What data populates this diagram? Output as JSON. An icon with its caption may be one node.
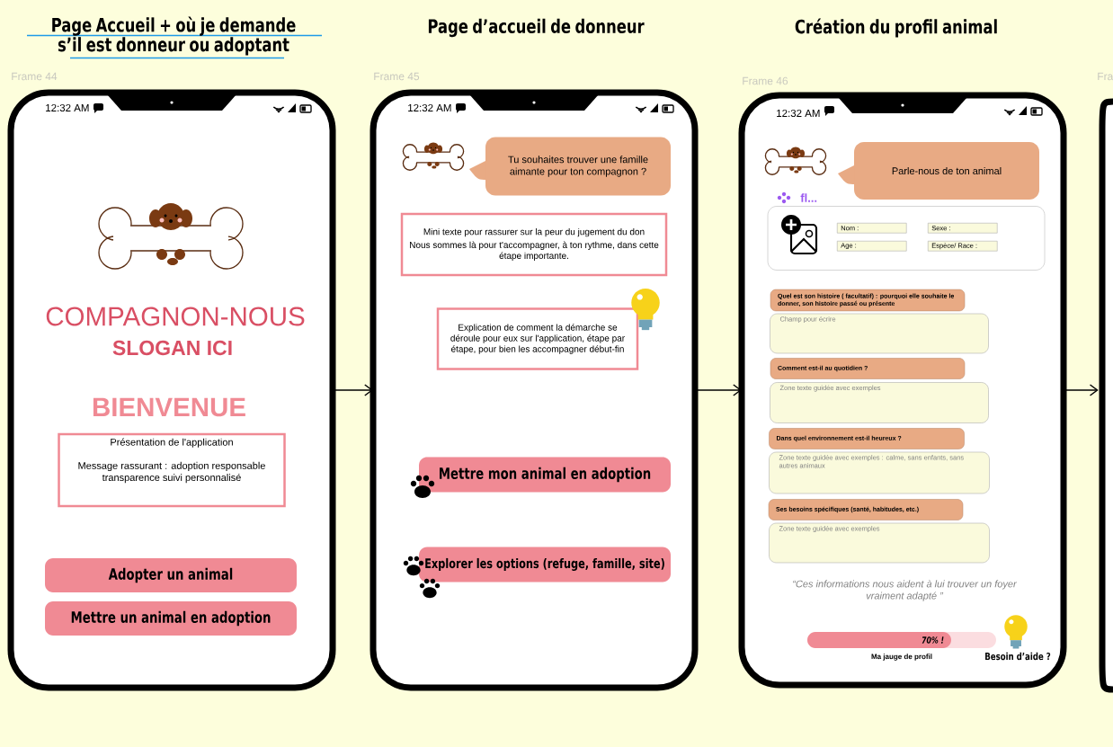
{
  "diagram": {
    "nodes": [
      {
        "text": [
          "Page Accueil + où je demande s’il est donneur ou adoptant"
        ],
        "beside": [
          "Frame 44"
        ]
      },
      {
        "text": [
          "Page d’accueil de donneur"
        ],
        "beside": [
          "Frame 45"
        ]
      },
      {
        "text": [
          "Création du profil animal"
        ],
        "beside": [
          "Frame 46"
        ]
      },
      {
        "text": [],
        "shape": "box",
        "beside": [
          "Fra"
        ]
      },
      {
        "text": [
          "Présentation de l'application",
          "Message rassurant : adoption responsable transparence suivi personnalisé"
        ],
        "in": 0
      },
      {
        "text": [
          "Adopter un animal"
        ],
        "in": 0
      },
      {
        "text": [
          "Mettre un animal en adoption"
        ],
        "in": 0
      },
      {
        "text": [
          "Tu souhaites trouver une famille aimante pour ton compagnon ?"
        ],
        "in": 1
      },
      {
        "text": [
          "Mini texte pour rassurer sur la peur du jugement du don",
          "Nous sommes là pour t'accompagner, à ton rythme, dans cette étape importante."
        ],
        "in": 1
      },
      {
        "text": [
          "Explication de comment la démarche se déroule pour eux sur l'application, étape par étape, pour bien les accompagner début-fin"
        ],
        "in": 1
      },
      {
        "text": [
          "Mettre mon animal en adoption"
        ],
        "in": 1
      },
      {
        "text": [
          "Explorer les options (refuge, famille, site)"
        ],
        "in": 1
      },
      {
        "text": [
          "Parle-nous de ton animal"
        ],
        "in": 2
      },
      {
        "text": [],
        "shape": "box",
        "in": 2
      },
      {
        "text": [
          "Nom :"
        ],
        "in": 13
      },
      {
        "text": [
          "Sexe :"
        ],
        "in": 13
      },
      {
        "text": [
          "Age :"
        ],
        "in": 13
      },
      {
        "text": [
          "Espèce/ Race :"
        ],
        "in": 13
      },
      {
        "text": [
          "Quel est son histoire ( facultatif) : pourquoi elle souhaite le donner, son histoire passé ou présente"
        ],
        "in": 2
      },
      {
        "text": [
          "Champ pour écrire"
        ],
        "in": 2
      },
      {
        "text": [
          "Comment est-il au quotidien ?"
        ],
        "in": 2
      },
      {
        "text": [
          "Zone texte guidée avec exemples"
        ],
        "in": 2
      },
      {
        "text": [
          "Dans quel environnement est-il heureux ?"
        ],
        "in": 2
      },
      {
        "text": [
          "Zone texte guidée avec exemples : calme, sans enfants, sans autres animaux"
        ],
        "in": 2
      },
      {
        "text": [
          "Ses besoins spécifiques (santé, habitudes, etc.)"
        ],
        "in": 2
      },
      {
        "text": [
          "Zone texte guidée avec exemples"
        ],
        "in": 2
      },
      {
        "text": [
          "70% !"
        ],
        "in": 2,
        "beside": [
          "Ma jauge de profil"
        ]
      }
    ],
    "edges": [
      {
        "from": 0,
        "to": 1,
        "arrow": "to"
      },
      {
        "from": 1,
        "to": 2,
        "arrow": "to"
      },
      {
        "from": 2,
        "to": 3,
        "arrow": "to"
      }
    ],
    "labels": [
      "12:32 AM",
      "COMPAGNON-NOUS",
      "SLOGAN ICI",
      "BIENVENUE",
      "12:32 AM",
      "12:32 AM",
      "fl...",
      "“Ces informations nous aident à lui trouver un foyer vraiment adapté ”",
      "Besoin d’aide ?"
    ]
  }
}
